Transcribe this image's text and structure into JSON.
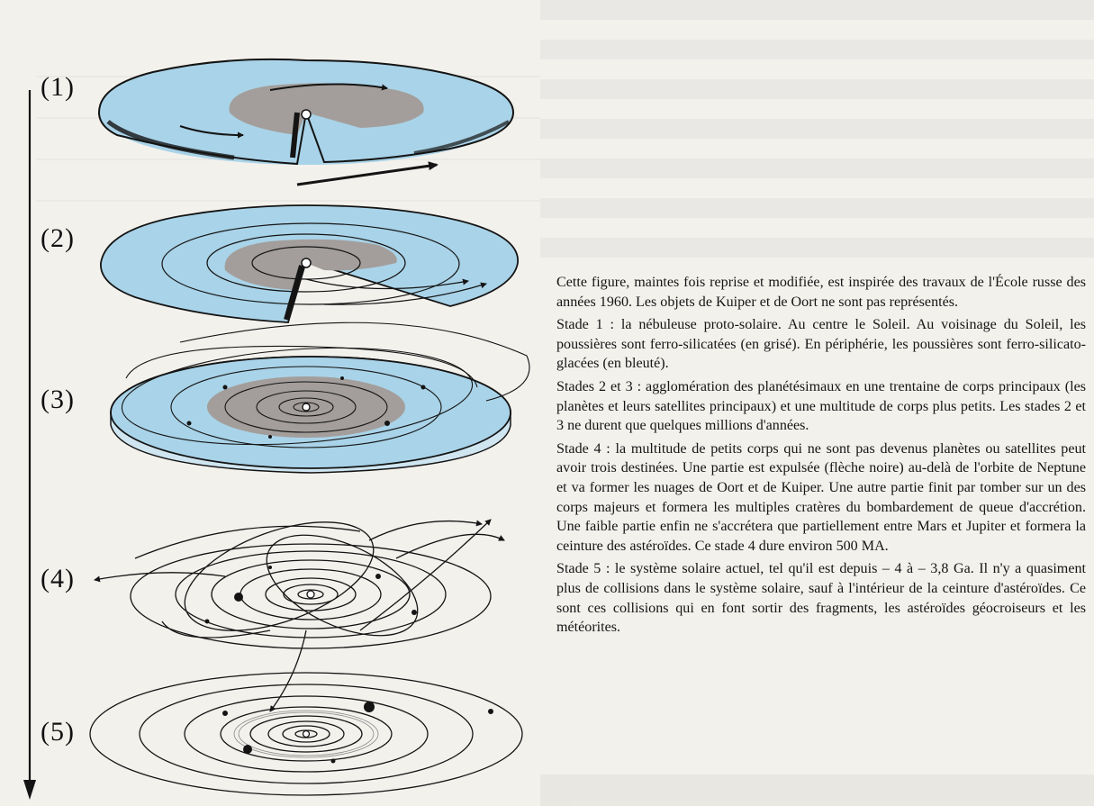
{
  "figure": {
    "stages": [
      {
        "label": "(1)"
      },
      {
        "label": "(2)"
      },
      {
        "label": "(3)"
      },
      {
        "label": "(4)"
      },
      {
        "label": "(5)"
      }
    ],
    "colors": {
      "icy_dust": "#a9d3e8",
      "ferro_silicate_dust": "#a39e9b",
      "ink": "#141414",
      "paper": "#f3f1ec"
    }
  },
  "caption": {
    "intro": "Cette figure, maintes fois reprise et modifiée, est inspirée des travaux de l'École russe des années 1960. Les objets de Kuiper et de Oort ne sont pas représentés.",
    "stage1": "Stade 1 : la nébuleuse proto-solaire. Au centre le Soleil. Au voisinage du Soleil, les poussières sont ferro-silicatées (en grisé). En périphérie, les poussières sont ferro-silicato-glacées (en bleuté).",
    "stage23": "Stades 2 et 3 : agglomération des planétésimaux en une trentaine de corps principaux (les planètes et leurs satellites principaux) et une multitude de corps plus petits. Les stades 2 et 3 ne durent que quelques millions d'années.",
    "stage4": "Stade 4 : la multitude de petits corps qui ne sont pas devenus planètes ou satellites peut avoir trois destinées. Une partie est expulsée (flèche noire) au-delà de l'orbite de Neptune et va former les nuages de Oort et de Kuiper. Une autre partie finit par tomber sur un des corps majeurs et formera les multiples cratères du bombardement de queue d'accrétion. Une faible partie enfin ne s'accrétera que partiellement entre Mars et Jupiter et formera la ceinture des astéroïdes. Ce stade 4 dure environ 500 MA.",
    "stage5": "Stade 5 : le système solaire actuel, tel qu'il est depuis – 4 à – 3,8 Ga. Il n'y a quasiment plus de collisions dans le système solaire, sauf à l'intérieur de la ceinture d'astéroïdes. Ce sont ces collisions qui en font sortir des fragments, les astéroïdes géocroiseurs et les météorites."
  }
}
